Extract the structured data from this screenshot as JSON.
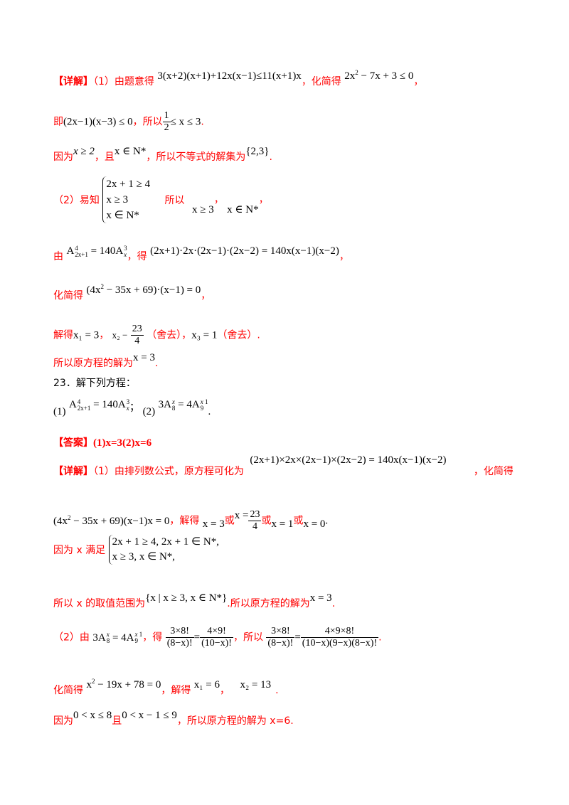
{
  "document": {
    "part_a": {
      "detail_label": "【详解】",
      "line1": {
        "text1": "（1）由题意得",
        "math1": "3(x+2)(x+1)+12x(x−1)≤11(x+1)x",
        "text2": "，化简得",
        "math2_pre": "2x",
        "math2_exp": "2",
        "math2_post": " − 7x + 3 ≤ 0",
        "text3": "，"
      },
      "line2": {
        "text1": "即",
        "math1": "(2x−1)(x−3) ≤ 0",
        "text2": "，所以",
        "frac_num": "1",
        "frac_den": "2",
        "math2": "≤ x ≤ 3",
        "text3": "."
      },
      "line3": {
        "text1": "因为",
        "math1": "x ≥ 2",
        "text2": "，且",
        "math2": "x ∈ N*",
        "text3": "，所以不等式的解集为",
        "math3": "{2,3}",
        "text4": "."
      },
      "line4": {
        "text1": "（2）易知",
        "system": [
          "2x + 1 ≥ 4",
          "x ≥ 3",
          "x ∈ N*"
        ],
        "text2": "所以",
        "math1": "x ≥ 3",
        "sep": "，",
        "math2": "x ∈ N*",
        "text3": "，"
      },
      "line5": {
        "text1": "由",
        "math1": "A⁴₂ₓ₊₁ = 140A³ₓ",
        "text2": "，得",
        "math2": "(2x+1)·2x·(2x−1)·(2x−2) = 140x(x−1)(x−2)",
        "text3": "，"
      },
      "line6": {
        "text1": "化简得",
        "math1_pre": "(4x",
        "math1_exp": "2",
        "math1_post": " − 35x + 69)·(x−1) = 0",
        "text2": "，"
      },
      "line7": {
        "text1": "解得",
        "math1": "x₁ = 3",
        "sep1": "，",
        "math2": "x₂ −",
        "frac_num": "23",
        "frac_den": "4",
        "text2": "（舍去），",
        "math3": "x₃ = 1",
        "text3": "（舍去）."
      },
      "line8": {
        "text1": "所以原方程的解为",
        "math1": "x = 3",
        "text2": "."
      }
    },
    "problem_23": {
      "title": "23．解下列方程：",
      "items": {
        "p1_label": "(1)",
        "p1_math": "A⁴₂ₓ₊₁ = 140A³ₓ",
        "sep": "；",
        "p2_label": "(2)",
        "p2_math": "3Aˣ₈ = 4Aˣ⁻¹₉",
        "end": "."
      }
    },
    "part_b": {
      "answer_label": "【答案】",
      "answer_text": "(1)x=3(2)x=6",
      "detail_label": "【详解】",
      "line1": {
        "text1": "（1）由排列数公式，原方程可化为",
        "math1": "(2x+1)×2x×(2x−1)×(2x−2) = 140x(x−1)(x−2)",
        "text2": "，化简得"
      },
      "line2": {
        "math1_pre": "(4x",
        "math1_exp": "2",
        "math1_post": " − 35x + 69)(x−1)x = 0",
        "text1": "，解得",
        "math2": "x = 3",
        "or1": "或",
        "math3": "x =",
        "frac_num": "23",
        "frac_den": "4",
        "or2": "或",
        "math4": "x = 1",
        "or3": "或",
        "math5": "x = 0",
        "end": "."
      },
      "line3": {
        "text1": "因为 x 满足",
        "system": [
          "2x + 1 ≥ 4, 2x + 1 ∈ N*,",
          "x ≥ 3, x ∈ N*,"
        ]
      },
      "line4": {
        "text1": "所以 x 的取值范围为",
        "math1": "{x | x ≥ 3, x ∈ N*}",
        "text2": ".所以原方程的解为",
        "math2": "x = 3",
        "text3": "."
      },
      "line5": {
        "text1": "（2）由",
        "math1": "3Aˣ₈ = 4Aˣ⁻¹₉",
        "text2": "，得",
        "f1_num": "3×8!",
        "f1_den": "(8−x)!",
        "eq": "=",
        "f2_num": "4×9!",
        "f2_den": "(10−x)!",
        "text3": "，所以",
        "f3_num": "3×8!",
        "f3_den": "(8−x)!",
        "f4_num": "4×9×8!",
        "f4_den": "(10−x)(9−x)(8−x)!",
        "end": "."
      },
      "line6": {
        "text1": "化简得",
        "math1_pre": "x",
        "math1_exp": "2",
        "math1_post": " − 19x + 78 = 0",
        "text2": "，解得",
        "math2": "x₁ = 6",
        "sep": "，",
        "math3": "x₂ = 13",
        "end": "."
      },
      "line7": {
        "text1": "因为",
        "math1": "0 < x ≤ 8",
        "text2": "且",
        "math2": "0 < x − 1 ≤ 9",
        "text3": "，所以原方程的解为 x=6."
      }
    }
  },
  "colors": {
    "solution_text": "#ff0000",
    "math_text": "#000000",
    "background": "#ffffff"
  }
}
